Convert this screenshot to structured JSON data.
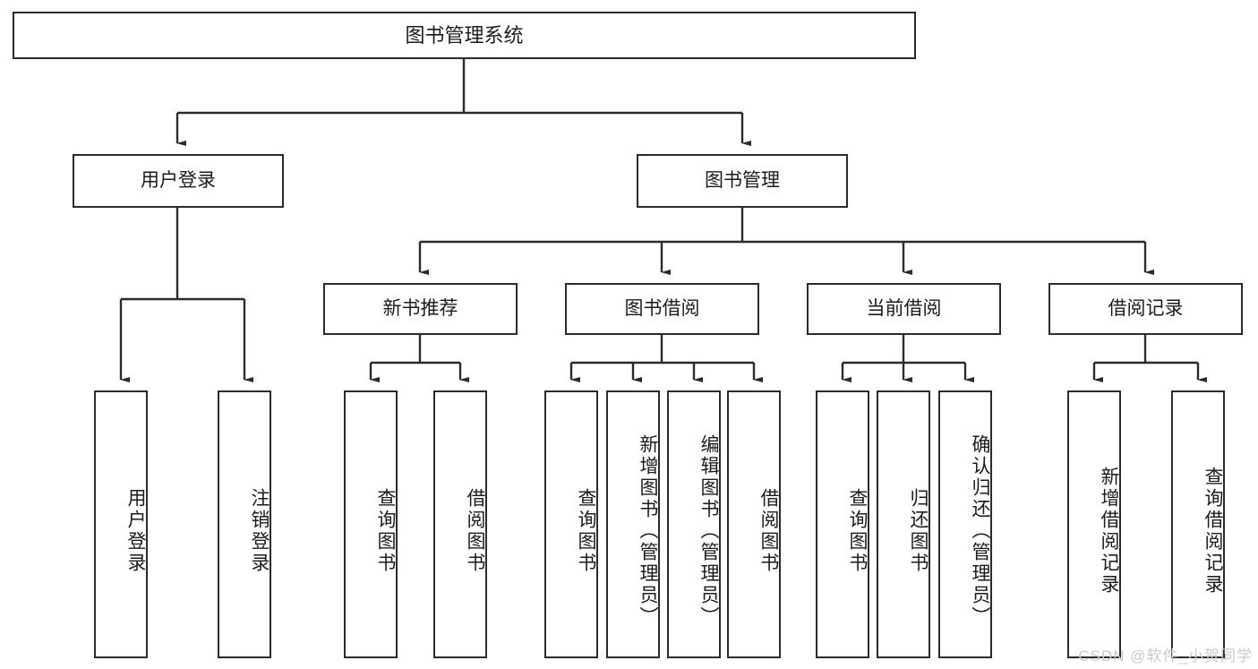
{
  "diagram": {
    "title": "图书管理系统",
    "type": "tree-hierarchy",
    "root": {
      "label": "图书管理系统"
    },
    "level1": [
      {
        "label": "用户登录"
      },
      {
        "label": "图书管理"
      }
    ],
    "level2": [
      {
        "label": "新书推荐"
      },
      {
        "label": "图书借阅"
      },
      {
        "label": "当前借阅"
      },
      {
        "label": "借阅记录"
      }
    ],
    "leaves": {
      "user_login": [
        {
          "label": "用户登录"
        },
        {
          "label": "注销登录"
        }
      ],
      "new_book_recommend": [
        {
          "label": "查询图书"
        },
        {
          "label": "借阅图书"
        }
      ],
      "book_borrow": [
        {
          "label": "查询图书"
        },
        {
          "label": "新增图书（管理员）"
        },
        {
          "label": "编辑图书（管理员）"
        },
        {
          "label": "借阅图书"
        }
      ],
      "current_borrow": [
        {
          "label": "查询图书"
        },
        {
          "label": "归还图书"
        },
        {
          "label": "确认归还（管理员）"
        }
      ],
      "borrow_record": [
        {
          "label": "新增借阅记录"
        },
        {
          "label": "查询借阅记录"
        }
      ]
    }
  },
  "watermark": {
    "text": "CSDN @软件_小贺同学"
  },
  "colors": {
    "stroke": "#2b2b2b",
    "background": "#ffffff",
    "text": "#1b1b1b",
    "watermark": "#c9c9c9"
  }
}
